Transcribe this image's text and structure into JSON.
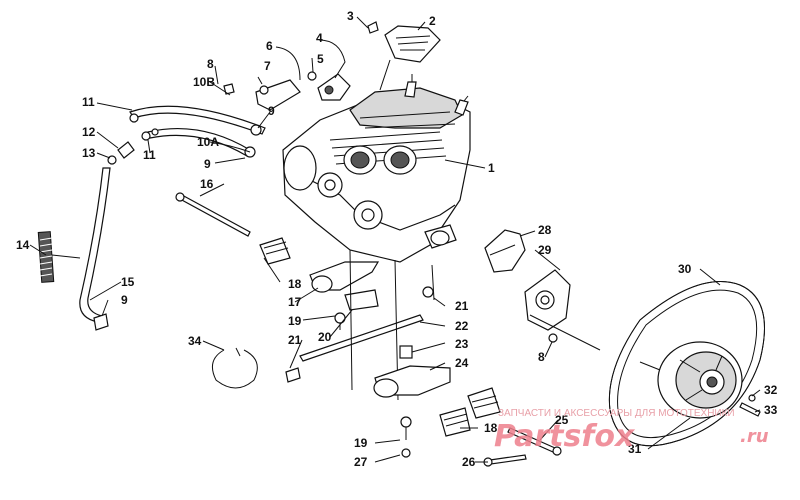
{
  "callouts": {
    "c1": "1",
    "c2": "2",
    "c3": "3",
    "c4": "4",
    "c5": "5",
    "c6": "6",
    "c7": "7",
    "c8a": "8",
    "c8b": "8",
    "c9a": "9",
    "c9b": "9",
    "c9c": "9",
    "c10a": "10A",
    "c10b": "10B",
    "c11a": "11",
    "c11b": "11",
    "c12": "12",
    "c13": "13",
    "c14": "14",
    "c15": "15",
    "c16": "16",
    "c17": "17",
    "c18a": "18",
    "c18b": "18",
    "c19a": "19",
    "c19b": "19",
    "c20": "20",
    "c21a": "21",
    "c21b": "21",
    "c22": "22",
    "c23": "23",
    "c24": "24",
    "c25": "25",
    "c26": "26",
    "c27": "27",
    "c28": "28",
    "c29": "29",
    "c30": "30",
    "c31": "31",
    "c32": "32",
    "c33": "33",
    "c34": "34"
  },
  "watermark": {
    "caption": "ЗАПЧАСТИ И АКСЕССУАРЫ ДЛЯ МОТОТЕХНИКИ",
    "brand": "Partsfox",
    "domain": ".ru"
  },
  "colors": {
    "line": "#111111",
    "watermark": "#ee7f8c"
  }
}
